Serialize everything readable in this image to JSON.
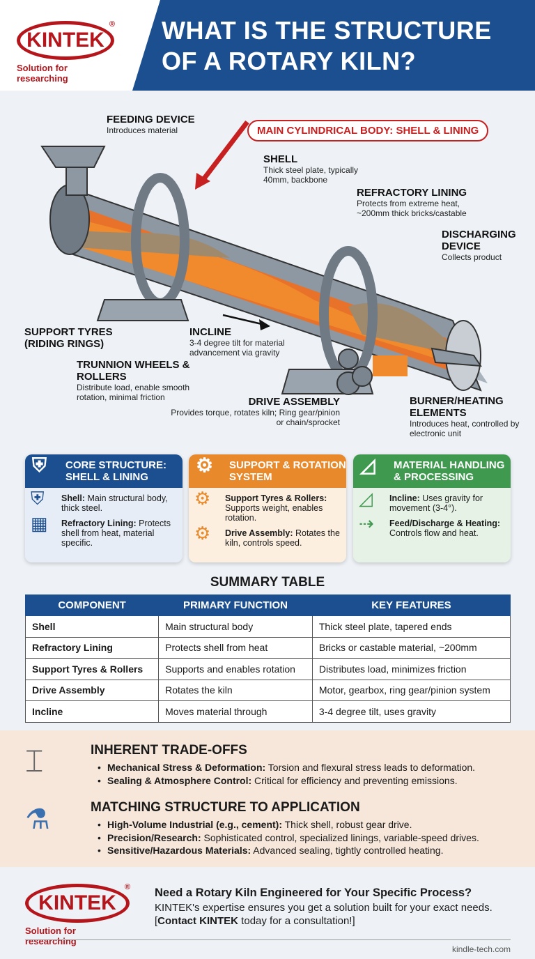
{
  "header": {
    "title_line1": "WHAT IS THE STRUCTURE",
    "title_line2": "OF A ROTARY KILN?",
    "logo_text": "KINTEK",
    "logo_reg": "®",
    "logo_tagline": "Solution for researching",
    "accent": "#1c4f8f",
    "brand": "#b4161c"
  },
  "diagram": {
    "main_body": "MAIN CYLINDRICAL BODY: SHELL & LINING",
    "feeding": {
      "title": "FEEDING DEVICE",
      "desc": "Introduces material"
    },
    "shell": {
      "title": "SHELL",
      "desc": "Thick steel plate, typically 40mm, backbone"
    },
    "lining": {
      "title": "REFRACTORY LINING",
      "desc": "Protects from extreme heat, ~200mm thick bricks/castable"
    },
    "discharge": {
      "title": "DISCHARGING DEVICE",
      "desc": "Collects product"
    },
    "tyres": {
      "title": "SUPPORT TYRES (RIDING RINGS)"
    },
    "incline": {
      "title": "INCLINE",
      "desc": "3-4 degree tilt for material advancement via gravity"
    },
    "trunnion": {
      "title": "TRUNNION WHEELS & ROLLERS",
      "desc": "Distribute load, enable smooth rotation, minimal friction"
    },
    "drive": {
      "title": "DRIVE ASSEMBLY",
      "desc": "Provides torque, rotates kiln; Ring gear/pinion or chain/sprocket"
    },
    "burner": {
      "title": "BURNER/HEATING ELEMENTS",
      "desc": "Introduces heat, controlled by electronic unit"
    }
  },
  "cards": [
    {
      "title": "CORE STRUCTURE: SHELL & LINING",
      "color": "#1c4f8f",
      "icon": "shield-icon",
      "items": [
        {
          "bold": "Shell:",
          "text": " Main structural body, thick steel.",
          "icon": "shield-brick-icon"
        },
        {
          "bold": "Refractory Lining:",
          "text": " Protects shell from heat, material specific.",
          "icon": "brick-wall-icon"
        }
      ]
    },
    {
      "title": "SUPPORT & ROTATION SYSTEM",
      "color": "#e8892b",
      "icon": "rotation-gear-icon",
      "items": [
        {
          "bold": "Support Tyres & Rollers:",
          "text": " Supports weight, enables rotation.",
          "icon": "gears-icon"
        },
        {
          "bold": "Drive Assembly:",
          "text": " Rotates the kiln, controls speed.",
          "icon": "drive-gear-icon"
        }
      ]
    },
    {
      "title": "MATERIAL HANDLING & PROCESSING",
      "color": "#3f9a4f",
      "icon": "incline-icon",
      "items": [
        {
          "bold": "Incline:",
          "text": " Uses gravity for movement (3-4°).",
          "icon": "incline-icon"
        },
        {
          "bold": "Feed/Discharge & Heating:",
          "text": " Controls flow and heat.",
          "icon": "pipe-flow-icon"
        }
      ]
    }
  ],
  "summary": {
    "title": "SUMMARY TABLE",
    "headers": [
      "COMPONENT",
      "PRIMARY FUNCTION",
      "KEY FEATURES"
    ],
    "rows": [
      [
        "Shell",
        "Main structural body",
        "Thick steel plate, tapered ends"
      ],
      [
        "Refractory Lining",
        "Protects shell from heat",
        "Bricks or castable material, ~200mm"
      ],
      [
        "Support Tyres & Rollers",
        "Supports and enables rotation",
        "Distributes load, minimizes friction"
      ],
      [
        "Drive Assembly",
        "Rotates the kiln",
        "Motor, gearbox, ring gear/pinion system"
      ],
      [
        "Incline",
        "Moves material through",
        "3-4 degree tilt, uses gravity"
      ]
    ]
  },
  "tradeoffs": {
    "title": "INHERENT TRADE-OFFS",
    "items": [
      {
        "bold": "Mechanical Stress & Deformation:",
        "text": " Torsion and flexural stress leads to deformation."
      },
      {
        "bold": "Sealing & Atmosphere Control:",
        "text": " Critical for efficiency and preventing emissions."
      }
    ]
  },
  "matching": {
    "title": "MATCHING STRUCTURE TO APPLICATION",
    "items": [
      {
        "bold": "High-Volume Industrial (e.g., cement):",
        "text": " Thick shell, robust gear drive."
      },
      {
        "bold": "Precision/Research:",
        "text": " Sophisticated control, specialized linings, variable-speed drives."
      },
      {
        "bold": "Sensitive/Hazardous Materials:",
        "text": " Advanced sealing, tightly controlled heating."
      }
    ]
  },
  "cta": {
    "heading": "Need a Rotary Kiln Engineered for Your Specific Process?",
    "line1": "KINTEK's expertise ensures you get a solution built for your exact needs.",
    "open": "[",
    "link": "Contact KINTEK",
    "rest": " today for a consultation!]"
  },
  "footer": {
    "site": "kindle-tech.com"
  }
}
